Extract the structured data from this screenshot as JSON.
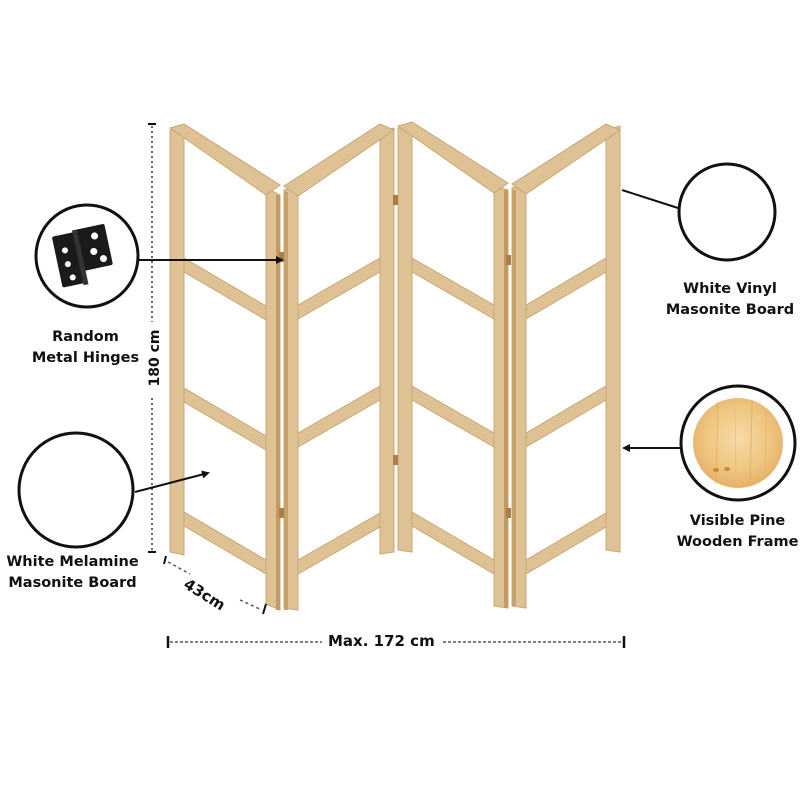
{
  "diagram": {
    "subject": "4-panel folding room divider (pine frame)",
    "colors": {
      "frame_light": "#e3c89a",
      "frame_mid": "#d4b07a",
      "frame_dark": "#b8915a",
      "line": "#111111",
      "pine_swatch": "#f0c98a"
    },
    "dimensions": {
      "height_label": "180 cm",
      "depth_label": "43cm",
      "width_label": "Max. 172 cm"
    },
    "callouts": [
      {
        "id": "hinges",
        "line1": "Random",
        "line2": "Metal Hinges",
        "icon": "hinge-icon"
      },
      {
        "id": "melamine",
        "line1": "White Melamine",
        "line2": "Masonite Board",
        "icon": "empty-circle"
      },
      {
        "id": "vinyl",
        "line1": "White Vinyl",
        "line2": "Masonite Board",
        "icon": "empty-circle"
      },
      {
        "id": "pine",
        "line1": "Visible Pine",
        "line2": "Wooden Frame",
        "icon": "pine-wood-swatch"
      }
    ]
  }
}
